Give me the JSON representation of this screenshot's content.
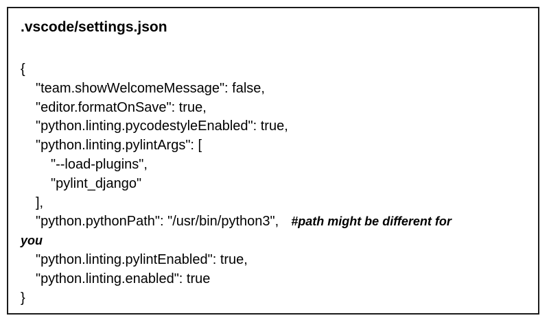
{
  "document": {
    "filename": ".vscode/settings.json",
    "lines": {
      "open_brace": "{",
      "l1": "\"team.showWelcomeMessage\": false,",
      "l2": "\"editor.formatOnSave\": true,",
      "l3": "\"python.linting.pycodestyleEnabled\": true,",
      "l4": "\"python.linting.pylintArgs\": [",
      "l5": "\"--load-plugins\",",
      "l6": "\"pylint_django\"",
      "l7": "],",
      "l8": "\"python.pythonPath\": \"/usr/bin/python3\",",
      "l8_comment": "#path might be different for",
      "l8_wrap": "you",
      "l9": "\"python.linting.pylintEnabled\": true,",
      "l10": "\"python.linting.enabled\": true",
      "close_brace": "}"
    }
  }
}
